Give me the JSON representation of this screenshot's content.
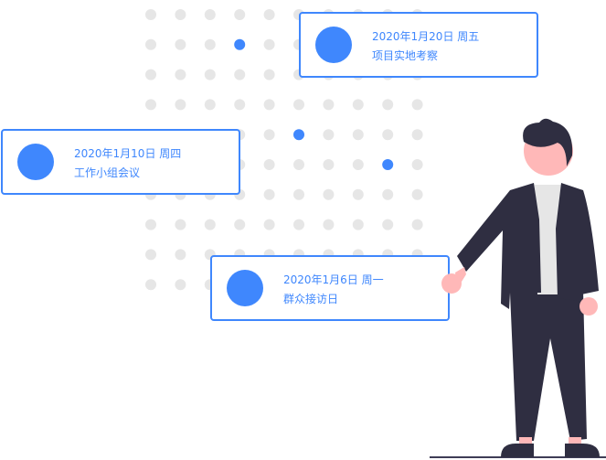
{
  "events": [
    {
      "date": "2020年1月20日 周五",
      "title": "项目实地考察"
    },
    {
      "date": "2020年1月10日 周四",
      "title": "工作小组会议"
    },
    {
      "date": "2020年1月6日 周一",
      "title": "群众接访日"
    }
  ],
  "colors": {
    "accent": "#3f87fd",
    "dot": "#e6e6e6",
    "figure": "#2f2e41",
    "skin": "#ffb8b8"
  }
}
